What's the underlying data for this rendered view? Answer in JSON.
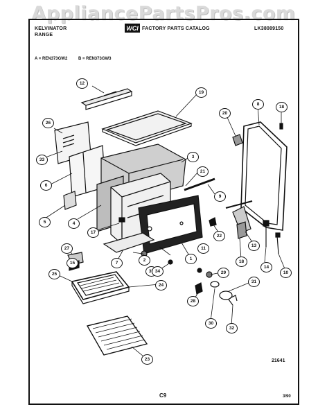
{
  "watermark": "AppliancePartsPros.com",
  "header": {
    "brand_line1": "KELVINATOR",
    "brand_line2": "RANGE",
    "catalog_title": "FACTORY PARTS CATALOG",
    "catalog_number": "LK38089150",
    "logo_icon": "wci-logo"
  },
  "models": {
    "a": "A = REN373GW2",
    "b": "B = REN373GW3"
  },
  "callouts": [
    "12",
    "19",
    "26",
    "20",
    "8",
    "18",
    "33",
    "3",
    "21",
    "6",
    "9",
    "5",
    "4",
    "17",
    "22",
    "13",
    "7",
    "1",
    "11",
    "18",
    "35",
    "34",
    "2",
    "14",
    "10",
    "27",
    "15",
    "25",
    "24",
    "29",
    "31",
    "28",
    "30",
    "32",
    "23"
  ],
  "footer": {
    "drawing_code": "21641",
    "page_code": "C9",
    "date": "3/90"
  }
}
